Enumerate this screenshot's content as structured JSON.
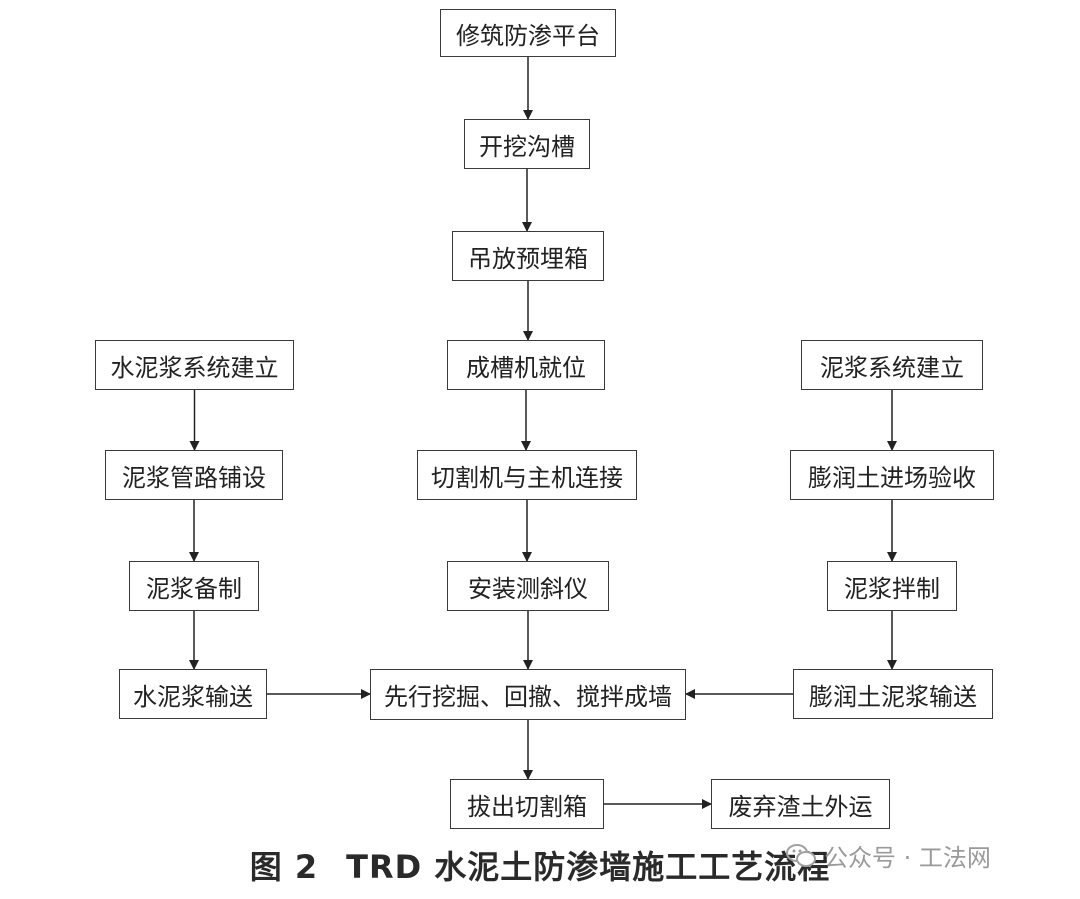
{
  "nodes": [
    {
      "id": "n1",
      "label": "修筑防渗平台"
    },
    {
      "id": "n2",
      "label": "开挖沟槽"
    },
    {
      "id": "n3",
      "label": "吊放预埋箱"
    },
    {
      "id": "n4",
      "label": "成槽机就位"
    },
    {
      "id": "n5",
      "label": "切割机与主机连接"
    },
    {
      "id": "n6",
      "label": "安装测斜仪"
    },
    {
      "id": "n7",
      "label": "先行挖掘、回撤、搅拌成墙"
    },
    {
      "id": "n8",
      "label": "拔出切割箱"
    },
    {
      "id": "n9",
      "label": "废弃渣土外运"
    },
    {
      "id": "l1",
      "label": "水泥浆系统建立"
    },
    {
      "id": "l2",
      "label": "泥浆管路铺设"
    },
    {
      "id": "l3",
      "label": "泥浆备制"
    },
    {
      "id": "l4",
      "label": "水泥浆输送"
    },
    {
      "id": "r1",
      "label": "泥浆系统建立"
    },
    {
      "id": "r2",
      "label": "膨润土进场验收"
    },
    {
      "id": "r3",
      "label": "泥浆拌制"
    },
    {
      "id": "r4",
      "label": "膨润土泥浆输送"
    }
  ],
  "edges": [
    [
      "n1",
      "n2"
    ],
    [
      "n2",
      "n3"
    ],
    [
      "n3",
      "n4"
    ],
    [
      "n4",
      "n5"
    ],
    [
      "n5",
      "n6"
    ],
    [
      "n6",
      "n7"
    ],
    [
      "n7",
      "n8"
    ],
    [
      "n8",
      "n9"
    ],
    [
      "l1",
      "l2"
    ],
    [
      "l2",
      "l3"
    ],
    [
      "l3",
      "l4"
    ],
    [
      "l4",
      "n7"
    ],
    [
      "r1",
      "r2"
    ],
    [
      "r2",
      "r3"
    ],
    [
      "r3",
      "r4"
    ],
    [
      "r4",
      "n7"
    ]
  ],
  "caption": {
    "fig": "图 2",
    "title": "TRD 水泥土防渗墙施工工艺流程"
  },
  "watermark": {
    "text": "公众号 · 工法网"
  }
}
